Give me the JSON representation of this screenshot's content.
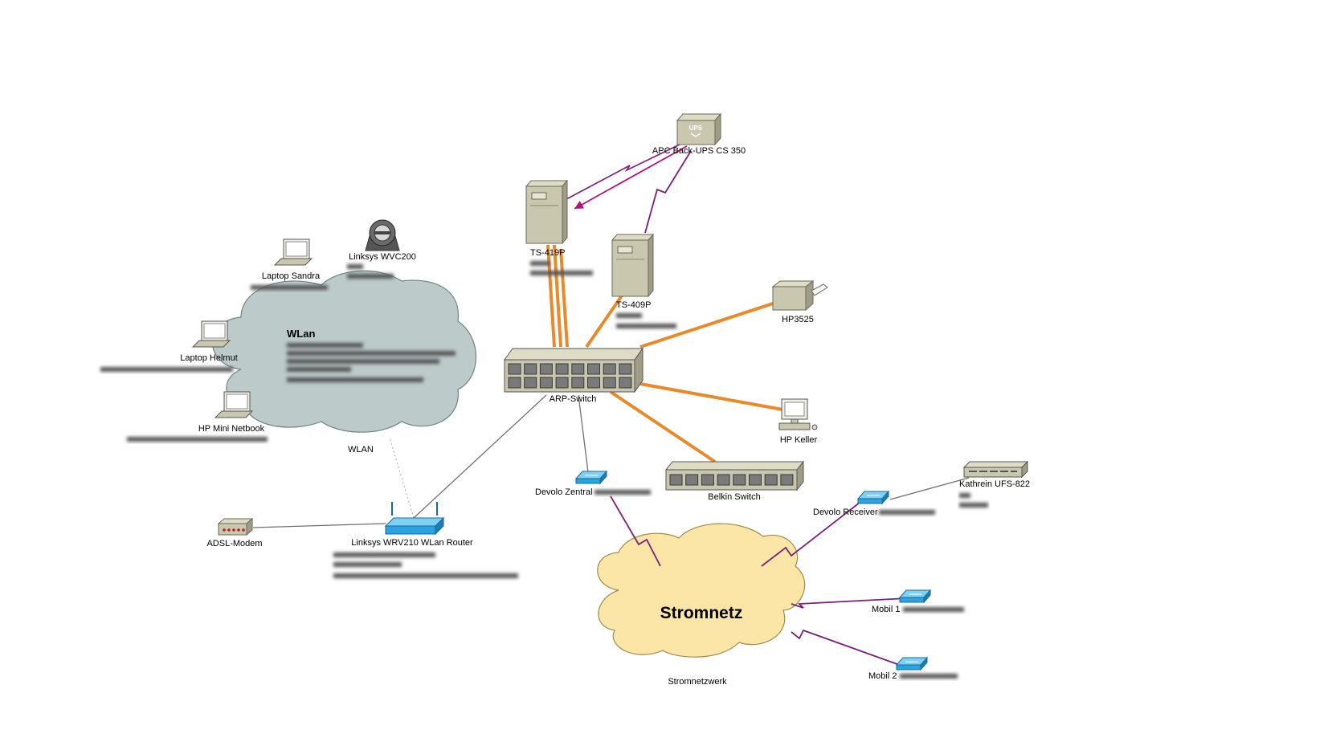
{
  "colors": {
    "ethernet": "#e8892a",
    "lan_gray": "#6f6f6f",
    "powerline": "#7a1f7a",
    "ups_magenta": "#b0147a",
    "wlan_cloud": "#bccaca",
    "power_cloud": "#fbe6a8",
    "device_beige": "#c9c7ad",
    "device_blue": "#2aa3e0"
  },
  "clouds": {
    "wlan": {
      "title": "WLan",
      "caption": "WLAN"
    },
    "power": {
      "title": "Stromnetz",
      "caption": "Stromnetzwerk"
    }
  },
  "nodes": {
    "ups": {
      "label": "APC Back-UPS CS 350",
      "icon": "ups-icon",
      "badge": "UPS"
    },
    "ts419": {
      "label": "TS-419P",
      "icon": "server-tower-icon"
    },
    "ts409": {
      "label": "TS-409P",
      "icon": "server-tower-icon"
    },
    "camera": {
      "label": "Linksys WVC200",
      "icon": "camera-icon"
    },
    "laptop_sandra": {
      "label": "Laptop Sandra",
      "icon": "laptop-icon"
    },
    "laptop_helmut": {
      "label": "Laptop Helmut",
      "icon": "laptop-icon"
    },
    "netbook": {
      "label": "HP Mini Netbook",
      "icon": "laptop-icon"
    },
    "hp3525": {
      "label": "HP3525",
      "icon": "printer-icon"
    },
    "arp_switch": {
      "label": "ARP-Switch",
      "icon": "switch-icon"
    },
    "hp_keller": {
      "label": "HP Keller",
      "icon": "desktop-pc-icon"
    },
    "belkin": {
      "label": "Belkin Switch",
      "icon": "switch-icon"
    },
    "devolo_zentral": {
      "label": "Devolo Zentral",
      "icon": "powerline-adapter-icon"
    },
    "adsl": {
      "label": "ADSL-Modem",
      "icon": "modem-icon"
    },
    "router": {
      "label": "Linksys WRV210 WLan Router",
      "icon": "wifi-router-icon"
    },
    "devolo_receiver": {
      "label": "Devolo Receiver",
      "icon": "powerline-adapter-icon"
    },
    "kathrein": {
      "label": "Kathrein UFS-822",
      "icon": "receiver-icon"
    },
    "mobil1": {
      "label": "Mobil 1",
      "icon": "powerline-adapter-icon"
    },
    "mobil2": {
      "label": "Mobil 2",
      "icon": "powerline-adapter-icon"
    }
  }
}
